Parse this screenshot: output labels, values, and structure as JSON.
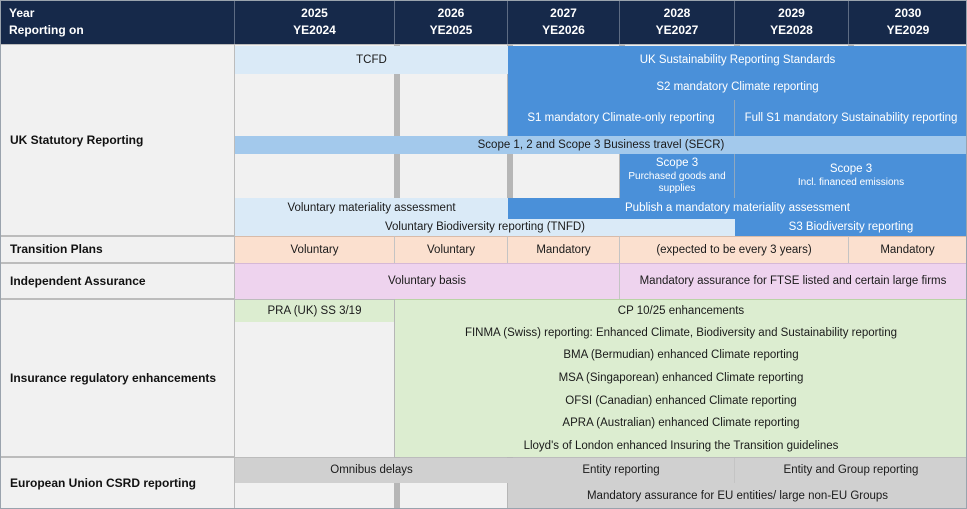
{
  "header": {
    "row_label_line1": "Year",
    "row_label_line2": "Reporting on",
    "columns": [
      {
        "year": "2025",
        "ye": "YE2024"
      },
      {
        "year": "2026",
        "ye": "YE2025"
      },
      {
        "year": "2027",
        "ye": "YE2026"
      },
      {
        "year": "2028",
        "ye": "YE2027"
      },
      {
        "year": "2029",
        "ye": "YE2028"
      },
      {
        "year": "2030",
        "ye": "YE2029"
      }
    ]
  },
  "sections": {
    "uk_statutory": {
      "label": "UK Statutory Reporting",
      "bars": {
        "tcfd": "TCFD",
        "uk_srs": "UK Sustainability Reporting Standards",
        "s2_mandatory": "S2 mandatory Climate reporting",
        "s1_climate_only": "S1 mandatory Climate-only reporting",
        "full_s1": "Full S1 mandatory Sustainability reporting",
        "secr": "Scope 1, 2 and Scope 3 Business travel (SECR)",
        "scope3_goods_title": "Scope 3",
        "scope3_goods_sub": "Purchased goods and supplies",
        "scope3_financed_title": "Scope 3",
        "scope3_financed_sub": "Incl. financed emissions",
        "voluntary_materiality": "Voluntary materiality assessment",
        "publish_mandatory_materiality": "Publish a mandatory materiality assessment",
        "voluntary_biodiversity": "Voluntary Biodiversity reporting (TNFD)",
        "s3_biodiversity": "S3 Biodiversity reporting"
      }
    },
    "transition_plans": {
      "label": "Transition Plans",
      "cells": {
        "y2025": "Voluntary",
        "y2026": "Voluntary",
        "y2027": "Mandatory",
        "y2028_2029": "(expected to be every 3 years)",
        "y2030": "Mandatory"
      }
    },
    "independent_assurance": {
      "label": "Independent Assurance",
      "cells": {
        "voluntary_basis": "Voluntary basis",
        "mandatory_assurance": "Mandatory assurance for FTSE listed and certain large firms"
      }
    },
    "insurance_regulatory": {
      "label": "Insurance regulatory enhancements",
      "items": {
        "pra": "PRA (UK) SS 3/19",
        "cp1025": "CP 10/25 enhancements",
        "finma": "FINMA (Swiss) reporting: Enhanced Climate, Biodiversity and Sustainability reporting",
        "bma": "BMA (Bermudian) enhanced Climate reporting",
        "msa": "MSA (Singaporean) enhanced Climate reporting",
        "ofsi": "OFSI (Canadian) enhanced Climate reporting",
        "apra": "APRA (Australian) enhanced Climate reporting",
        "lloyds": "Lloyd's of London enhanced Insuring the Transition guidelines"
      }
    },
    "eu_csrd": {
      "label": "European Union CSRD reporting",
      "cells": {
        "omnibus": "Omnibus delays",
        "entity_reporting": "Entity reporting",
        "entity_group_reporting": "Entity and Group reporting",
        "mandatory_assurance_eu": "Mandatory assurance for EU entities/ large non-EU Groups"
      }
    }
  },
  "colors": {
    "header_navy": "#16294a",
    "blue_dark": "#4a90d9",
    "blue_medium": "#a3c9ec",
    "blue_light": "#daeaf7",
    "peach": "#fbe0cf",
    "pink": "#eed3ee",
    "green": "#dcedd0",
    "gray": "#d0d0d0",
    "empty": "#f1f1f1"
  }
}
